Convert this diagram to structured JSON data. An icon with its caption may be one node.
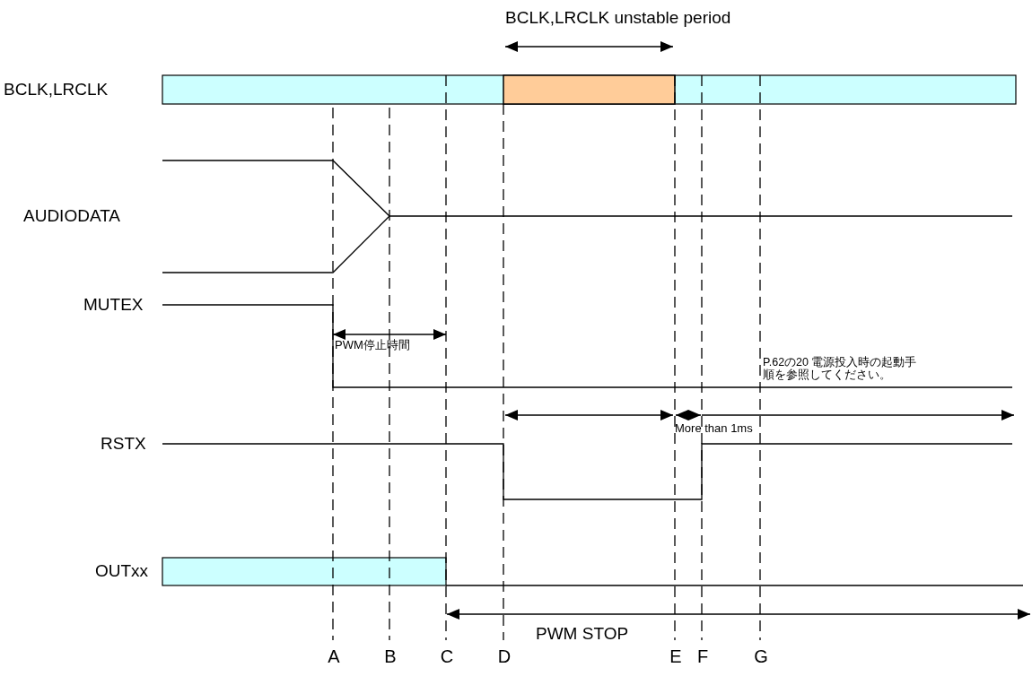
{
  "diagram": {
    "labels": [
      "BCLK,LRCLK unstable period",
      "BCLK,LRCLK",
      "AUDIODATA",
      "PWM停止時間",
      "MUTEX",
      "P.62の20 電源投入時の起動手順を参照してください。",
      "RSTX",
      "More than 1ms",
      "OUTxx",
      "PWM STOP",
      "A",
      "B",
      "C",
      "D",
      "E",
      "F",
      "G"
    ]
  }
}
